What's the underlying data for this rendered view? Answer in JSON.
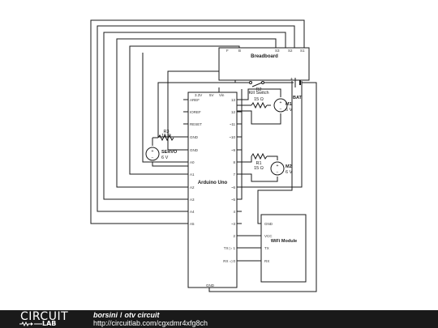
{
  "diagram": {
    "arduino": {
      "name": "Arduino Uno",
      "top_pins": [
        "3.3V",
        "5V",
        "Vin"
      ],
      "left_pins": [
        "AREF",
        "IOREF",
        "RESET",
        "GND",
        "GND",
        "A0",
        "A1",
        "A2",
        "A3",
        "A4",
        "A5"
      ],
      "right_pins": [
        "13",
        "12",
        "~11",
        "~10",
        "~9",
        "8",
        "7",
        "~6",
        "~5",
        "4",
        "~3",
        "2",
        "TX ▷ 1",
        "RX ◁ 0"
      ],
      "bottom_pin": "GND"
    },
    "breadboard": {
      "name": "Breadboard",
      "pins": [
        "F",
        "B",
        "S3",
        "S2",
        "S1"
      ]
    },
    "kill_switch": {
      "label": "Kill Switch"
    },
    "battery": {
      "name": "BAT",
      "plus": "+"
    },
    "resistor_r2": {
      "name": "R2",
      "value": "15 Ω"
    },
    "resistor_r3": {
      "name": "R3",
      "value": "15 Ω"
    },
    "resistor_r1": {
      "name": "R1",
      "value": "15 Ω"
    },
    "motor_m1": {
      "name": "M1",
      "value": "6 V"
    },
    "motor_m2": {
      "name": "M2",
      "value": "6 V"
    },
    "servo": {
      "name": "SERVO",
      "value": "6 V"
    },
    "wifi": {
      "name": "WiFi Module",
      "pins": [
        "GND",
        "VCC",
        "TX",
        "RX"
      ]
    }
  },
  "footer": {
    "logo_main": "CIRCUIT",
    "logo_sub": "LAB",
    "author": "borsini",
    "separator": "/",
    "project": "otv circuit",
    "url": "http://circuitlab.com/cgxdmr4xfg8ch"
  }
}
